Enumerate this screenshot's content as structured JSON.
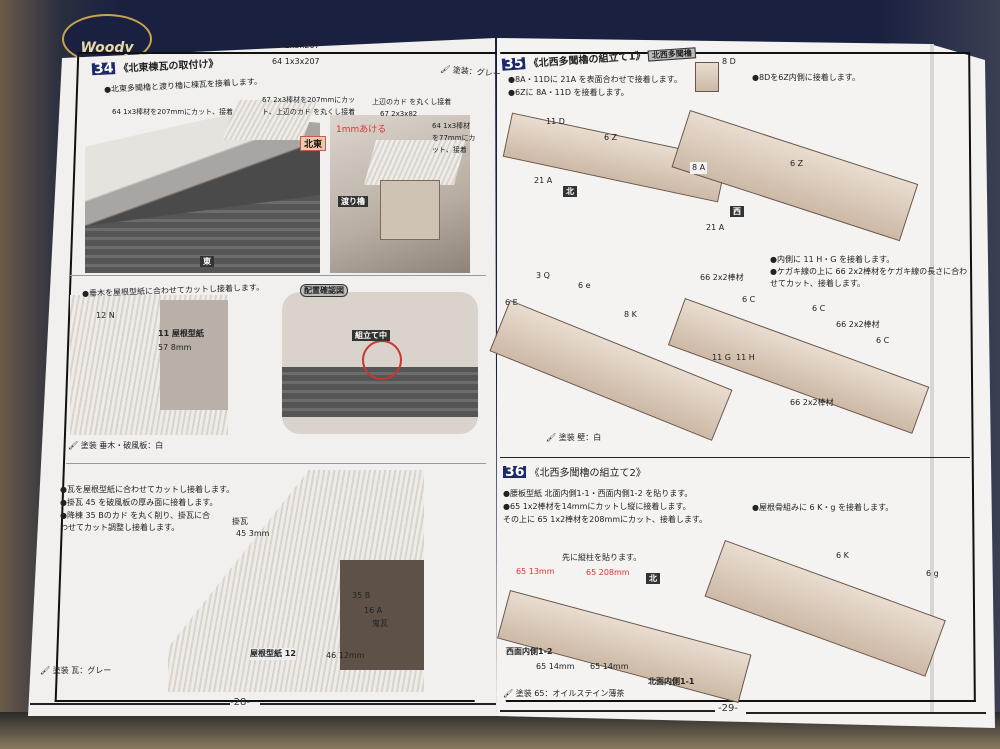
{
  "cover": {
    "logo": "Woody"
  },
  "left_page": {
    "page_number": "-28-",
    "step34": {
      "number": "34",
      "title": "《北東棟瓦の取付け》",
      "instruction": "●北東多聞櫓と渡り櫓に棟瓦を接着します。",
      "paint": "塗装：グレー",
      "parts": [
        "67 2x3x207",
        "64 1x3x207"
      ],
      "callout_67": "67 2x3棒材を207mmにカット、上辺のカド を丸くし接着",
      "callout_64": "64 1x3棒材を207mmにカット、接着",
      "label_hokuto": "北東",
      "label_higashi": "東",
      "label_1mm": "1mmあける",
      "callout_right_top": "上辺のカド を丸くし接着",
      "callout_right_67": "67 2x3x82",
      "callout_right_64": "64 1x3棒材を77mmにカット、接着",
      "label_watari": "渡り櫓"
    },
    "section2": {
      "instruction": "●垂木を屋根型紙に合わせてカットし接着します。",
      "callout_12": "12 N",
      "roof_template": "11 屋根型紙",
      "callout_57": "57 8mm",
      "paint": "塗装 垂木・破風板：白",
      "layout_check": "配置確認図",
      "in_progress": "組立て中"
    },
    "section3": {
      "instructions": [
        "●瓦を屋根型紙に合わせてカットし接着します。",
        "●掛瓦 45 を破風板の厚み面に接着します。",
        "●降棟 35 Bのカド を丸く削り、掛瓦に合わせてカット調整し接着します。"
      ],
      "kakegawara": "掛瓦",
      "callout_45": "45 3mm",
      "callout_35": "35 B",
      "callout_16": "16 A",
      "label_onigawara": "鬼瓦",
      "roof_template": "屋根型紙 12",
      "callout_46": "46 12mm",
      "paint": "塗装 瓦：グレー"
    }
  },
  "right_page": {
    "page_number": "-29-",
    "step35": {
      "number": "35",
      "title": "《北西多聞櫓の組立て1》",
      "tag": "北西多聞櫓",
      "instructions": [
        "●8A・11Dに 21A を表面合わせで接着します。",
        "●6Zに 8A・11D を接着します。"
      ],
      "instruction_right": "●8Dを6Z内側に接着します。",
      "callouts": [
        "11 D",
        "6 Z",
        "8 A",
        "21 A",
        "21 A",
        "8 D",
        "6 Z"
      ],
      "label_kita": "北",
      "label_nishi": "西",
      "instructions2": [
        "●内側に 11 H・G を接着します。",
        "●ケガキ線の上に 66 2x2棒材をケガキ線の長さに合わせてカット、接着します。"
      ],
      "callouts2": [
        "3 Q",
        "6 e",
        "6 E",
        "8 K",
        "66 2x2棒材",
        "6 C",
        "6 C",
        "66 2x2棒材",
        "6 C",
        "11 G",
        "11 H",
        "66 2x2棒材"
      ],
      "paint": "塗装 壁：白"
    },
    "step36": {
      "number": "36",
      "title": "《北西多聞櫓の組立て2》",
      "instructions": [
        "●腰板型紙 北面内側1-1・西面内側1-2 を貼ります。",
        "●65 1x2棒材を14mmにカットし縦に接着します。",
        "その上に 65 1x2棒材を208mmにカット、接着します。"
      ],
      "instruction_right": "●屋根骨組みに 6 K・g を接着します。",
      "note": "先に縦柱を貼ります。",
      "callout_13": "65 13mm",
      "callout_208": "65 208mm",
      "label_kita": "北",
      "label_west_inner": "西面内側1-2",
      "label_14a": "65 14mm",
      "label_14b": "65 14mm",
      "label_north_inner": "北面内側1-1",
      "callout_6k": "6 K",
      "callout_6g": "6 g",
      "paint": "塗装 65：オイルステイン薄茶"
    }
  }
}
